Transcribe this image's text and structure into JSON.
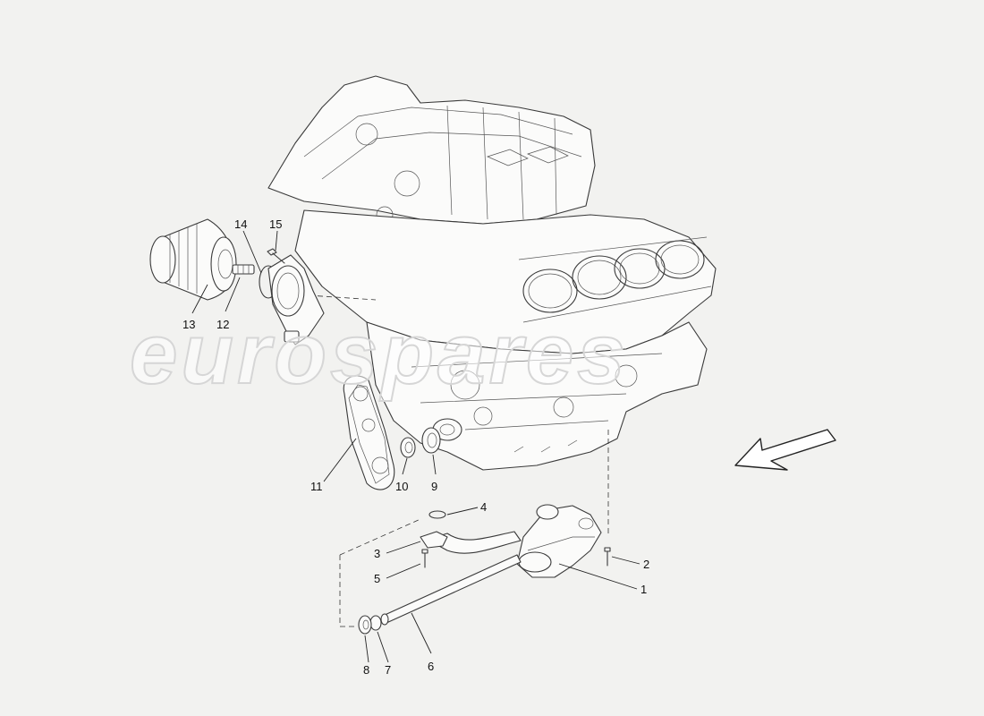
{
  "watermark": {
    "text": "eurospares"
  },
  "callouts": [
    {
      "id": "1",
      "label": "1"
    },
    {
      "id": "2",
      "label": "2"
    },
    {
      "id": "3",
      "label": "3"
    },
    {
      "id": "4",
      "label": "4"
    },
    {
      "id": "5",
      "label": "5"
    },
    {
      "id": "6",
      "label": "6"
    },
    {
      "id": "7",
      "label": "7"
    },
    {
      "id": "8",
      "label": "8"
    },
    {
      "id": "9",
      "label": "9"
    },
    {
      "id": "10",
      "label": "10"
    },
    {
      "id": "11",
      "label": "11"
    },
    {
      "id": "12",
      "label": "12"
    },
    {
      "id": "13",
      "label": "13"
    },
    {
      "id": "14",
      "label": "14"
    },
    {
      "id": "15",
      "label": "15"
    }
  ],
  "colors": {
    "background": "#f2f2f0",
    "line": "#3a3a3a"
  },
  "icons": {
    "direction": "direction-arrow-icon"
  }
}
